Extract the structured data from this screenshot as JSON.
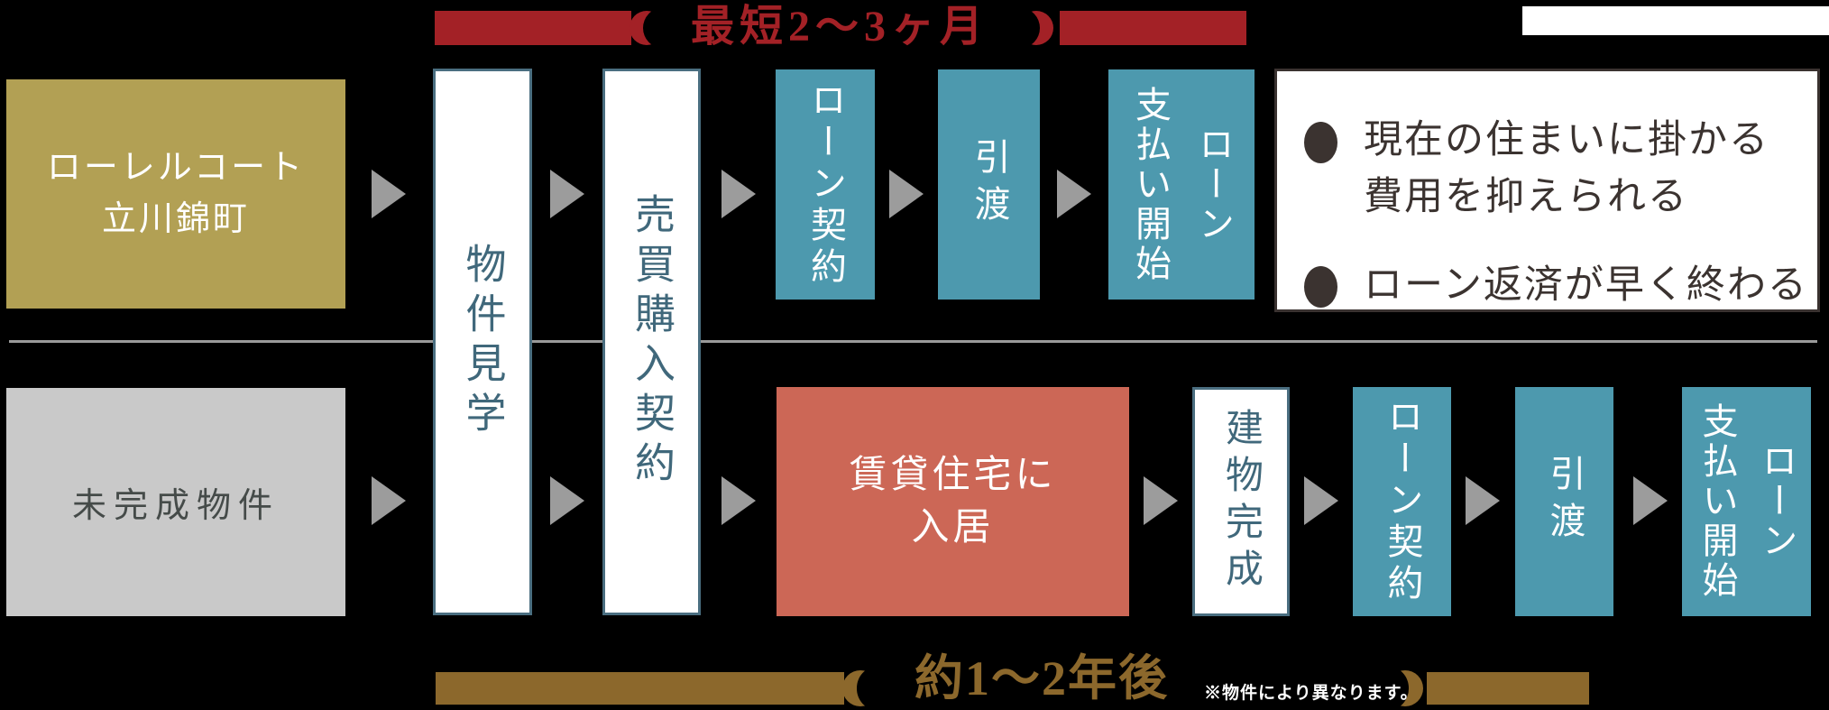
{
  "colors": {
    "background": "#000000",
    "top_banner_red": "#a32126",
    "bottom_banner_gold": "#8c682c",
    "laurel_gold": "#b2a054",
    "unfinished_gray": "#c9c9c9",
    "step_teal": "#4d99ae",
    "rental_red": "#cc6756",
    "box_border_slate": "#4a6e80",
    "vertical_text_slate": "#40687b",
    "arrow_gray": "#9c9c9c",
    "benefits_text": "#3b3330"
  },
  "top_banner": {
    "label": "最短2〜3ヶ月"
  },
  "bottom_banner": {
    "label": "約1〜2年後",
    "note": "※物件により異なります。"
  },
  "shared": {
    "viewing": "物件見学",
    "purchase_contract": "売買購入契約"
  },
  "laurel_row": {
    "source_line1": "ローレルコート",
    "source_line2": "立川錦町",
    "loan_contract": "ローン契約",
    "handover": "引渡",
    "loan_payment_right": "ローン",
    "loan_payment_left": "支払い開始"
  },
  "unfinished_row": {
    "source": "未完成物件",
    "rental_line1": "賃貸住宅に",
    "rental_line2": "入居",
    "completion": "建物完成",
    "loan_contract": "ローン契約",
    "handover": "引渡",
    "loan_payment_right": "ローン",
    "loan_payment_left": "支払い開始"
  },
  "benefits": {
    "items": [
      {
        "line1": "現在の住まいに掛かる",
        "line2": "費用を抑えられる"
      },
      {
        "line1": "ローン返済が早く終わる"
      }
    ]
  }
}
